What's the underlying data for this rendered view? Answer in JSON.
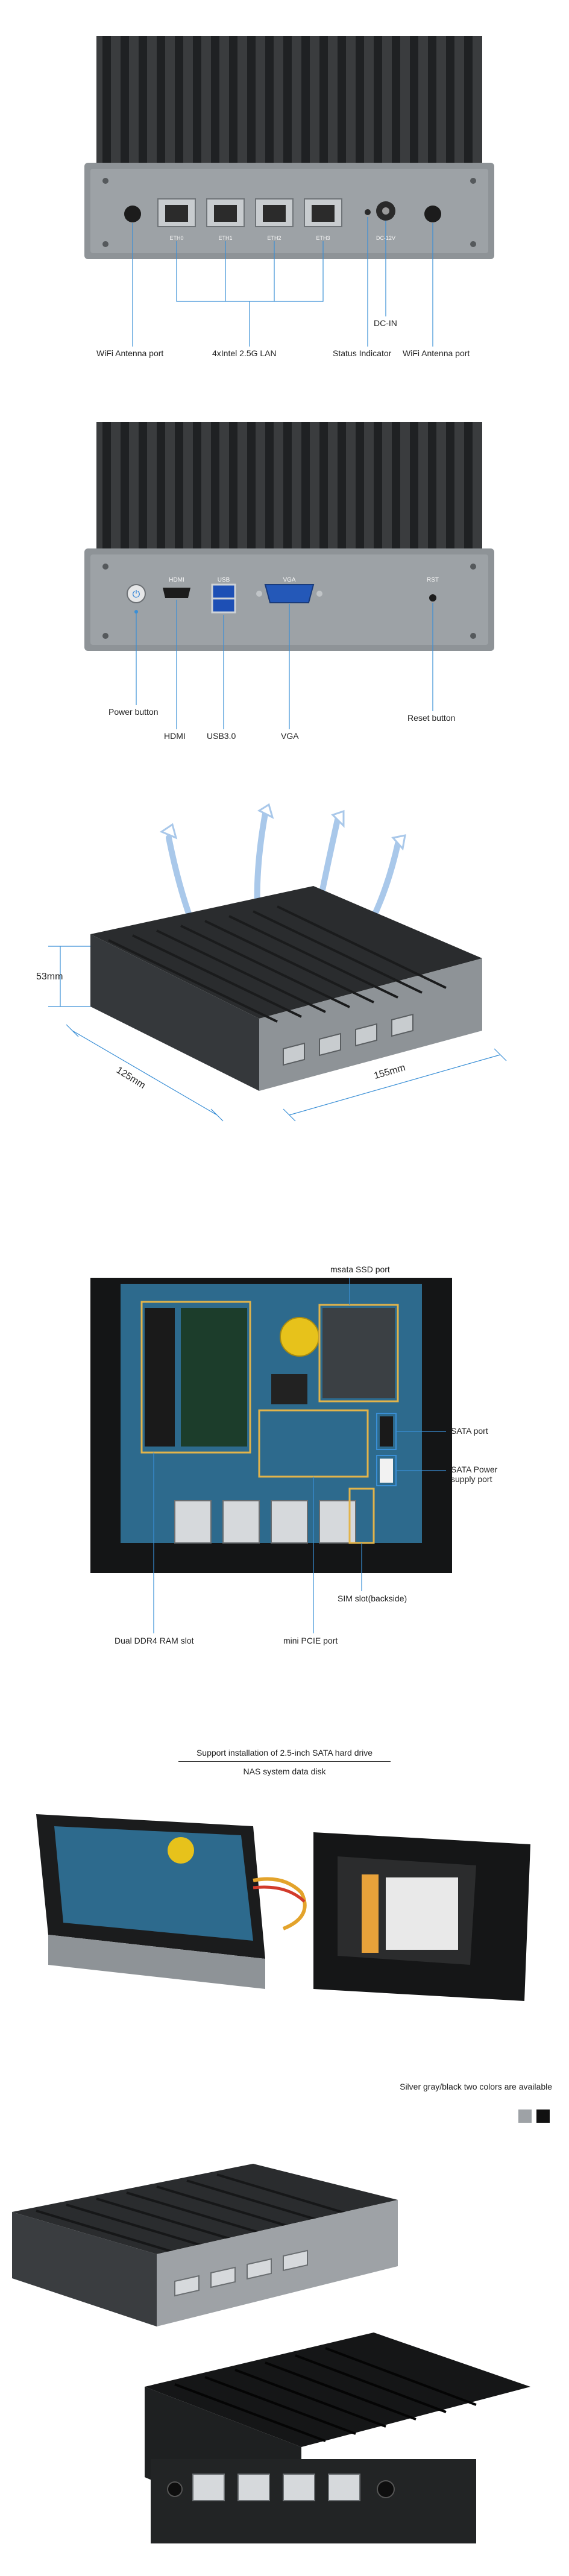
{
  "rear_view": {
    "ports": [
      "ETH0",
      "ETH1",
      "ETH2",
      "ETH3"
    ],
    "dc_label": "DC-12V",
    "callouts": {
      "wifi_left": "WiFi Antenna port",
      "lan": "4xIntel 2.5G LAN",
      "dc_in": "DC-IN",
      "status": "Status Indicator",
      "wifi_right": "WiFi Antenna port"
    }
  },
  "front_view": {
    "panel_labels": {
      "hdmi": "HDMI",
      "usb": "USB",
      "vga": "VGA",
      "rst": "RST"
    },
    "callouts": {
      "power": "Power button",
      "hdmi": "HDMI",
      "usb": "USB3.0",
      "vga": "VGA",
      "reset": "Reset button"
    }
  },
  "dimensions": {
    "height": "53mm",
    "depth": "125mm",
    "width": "155mm"
  },
  "board_view": {
    "callouts": {
      "msata": "msata SSD port",
      "sata": "SATA port",
      "sata_power": "SATA Power supply port",
      "sim": "SIM slot(backside)",
      "ram": "Dual DDR4 RAM slot",
      "pcie": "mini PCIE port"
    }
  },
  "hdd_view": {
    "title": "Support installation of 2.5-inch SATA hard drive",
    "subtitle": "NAS system data disk"
  },
  "colors_view": {
    "note": "Silver gray/black two colors are available",
    "swatches": [
      "#9ea2a6",
      "#111111"
    ]
  }
}
